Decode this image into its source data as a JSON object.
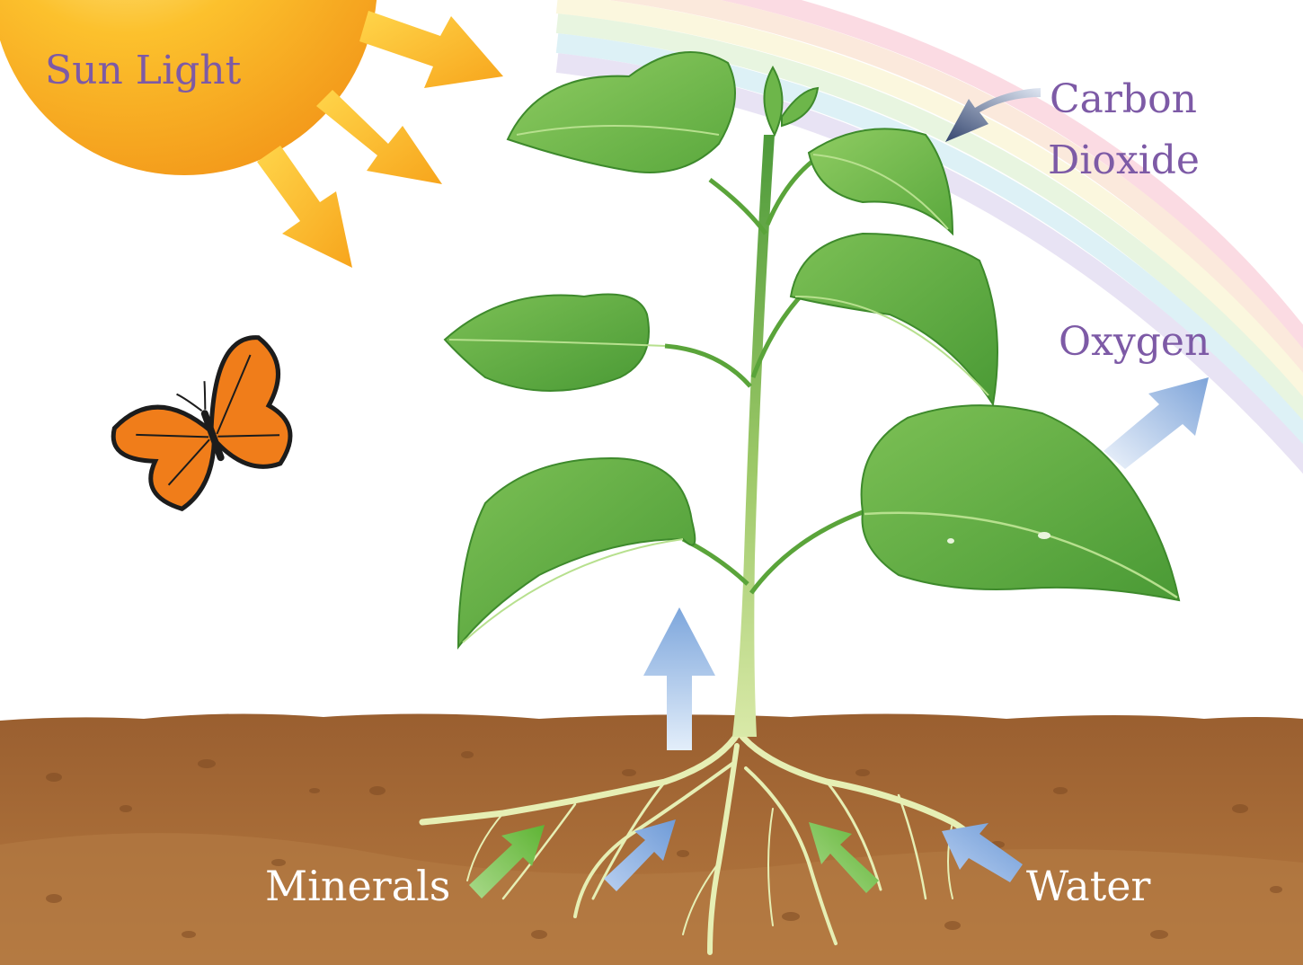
{
  "labels": {
    "sun_light": "Sun Light",
    "carbon": "Carbon",
    "dioxide": "Dioxide",
    "oxygen": "Oxygen",
    "minerals": "Minerals",
    "water": "Water"
  },
  "colors": {
    "label_purple": "#7d5aa6",
    "label_white": "#ffffff",
    "sun": "#f9a825",
    "soil": "#a86a38",
    "leaf": "#5fa53c",
    "stem": "#cfe19a",
    "water_arrow": "#8fb3e0",
    "mineral_arrow": "#7cc24c",
    "co2_arrow": "#3b4f7a"
  },
  "icons": [
    "sun-icon",
    "butterfly-icon",
    "rainbow-icon",
    "plant-icon",
    "roots-icon"
  ]
}
